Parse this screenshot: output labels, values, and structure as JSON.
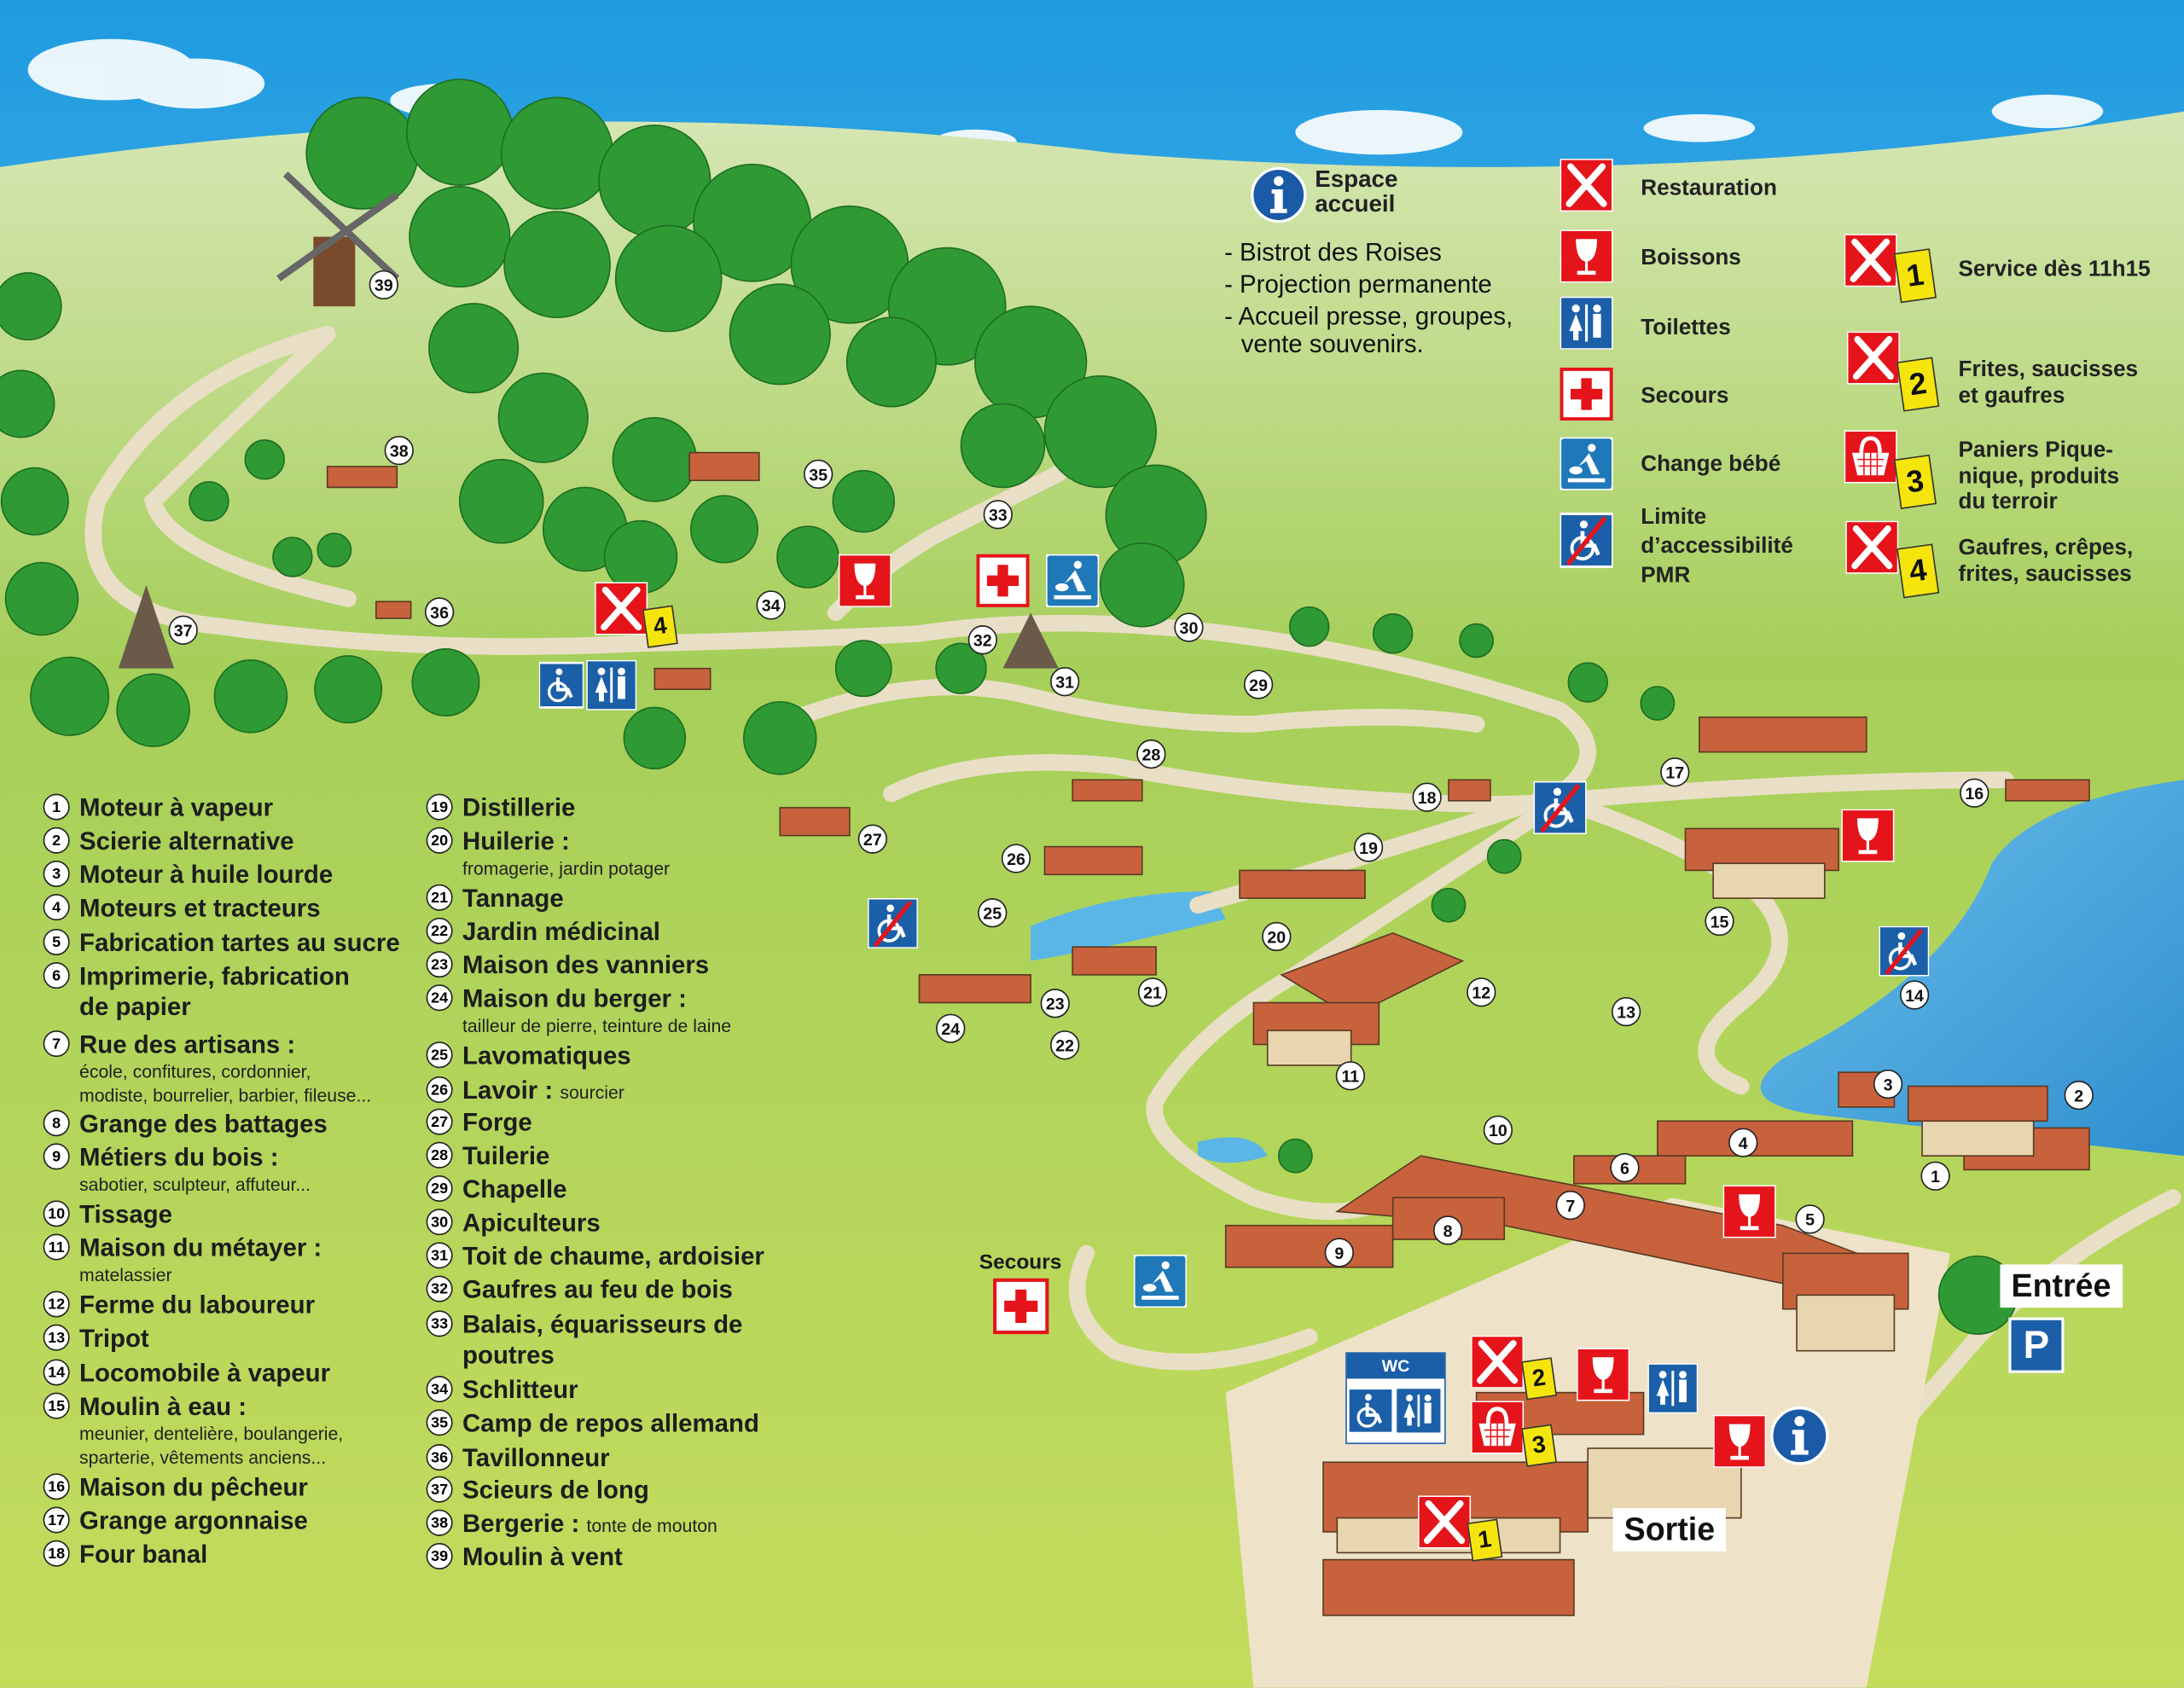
{
  "colors": {
    "restauration": "#e5141b",
    "secours": "#e5141b",
    "service_blue": "#1b5fa8",
    "badge": "#f5e50c",
    "grass": "#9fd050",
    "forest": "#2f9a33",
    "water": "#46a9dc",
    "roof": "#c8623d"
  },
  "key": {
    "accueil": {
      "title_line1": "Espace",
      "title_line2": "accueil",
      "icon": "info-icon",
      "items": [
        "- Bistrot des Roises",
        "- Projection permanente",
        "- Accueil presse, groupes,",
        "vente souvenirs."
      ]
    },
    "services": [
      {
        "icon": "restaurant-icon",
        "label": "Restauration"
      },
      {
        "icon": "drink-icon",
        "label": "Boissons"
      },
      {
        "icon": "toilets-icon",
        "label": "Toilettes"
      },
      {
        "icon": "first-aid-icon",
        "label": "Secours"
      },
      {
        "icon": "baby-change-icon",
        "label": "Change bébé"
      },
      {
        "icon": "no-wheelchair-icon",
        "label_lines": [
          "Limite",
          "d’accessibilité",
          "PMR"
        ]
      }
    ],
    "food_points": [
      {
        "badge": "1",
        "icon": "restaurant-icon",
        "lines": [
          "Service dès 11h15"
        ]
      },
      {
        "badge": "2",
        "icon": "restaurant-icon",
        "lines": [
          "Frites, saucisses",
          "et gaufres"
        ]
      },
      {
        "badge": "3",
        "icon": "basket-icon",
        "lines": [
          "Paniers Pique-",
          "nique, produits",
          "du terroir"
        ]
      },
      {
        "badge": "4",
        "icon": "restaurant-icon",
        "lines": [
          "Gaufres, crêpes,",
          "frites, saucisses"
        ]
      }
    ]
  },
  "legend": [
    {
      "n": "1",
      "title": "Moteur à vapeur"
    },
    {
      "n": "2",
      "title": "Scierie alternative"
    },
    {
      "n": "3",
      "title": "Moteur à huile lourde"
    },
    {
      "n": "4",
      "title": "Moteurs et tracteurs"
    },
    {
      "n": "5",
      "title": "Fabrication tartes au sucre"
    },
    {
      "n": "6",
      "title": "Imprimerie, fabrication",
      "title2": "de papier"
    },
    {
      "n": "7",
      "title": "Rue des artisans :",
      "sub": [
        "école, confitures, cordonnier,",
        "modiste, bourrelier, barbier, fileuse..."
      ]
    },
    {
      "n": "8",
      "title": "Grange des battages"
    },
    {
      "n": "9",
      "title": "Métiers du bois :",
      "sub": [
        "sabotier, sculpteur, affuteur..."
      ]
    },
    {
      "n": "10",
      "title": "Tissage"
    },
    {
      "n": "11",
      "title": "Maison du métayer :",
      "sub": [
        "matelassier"
      ]
    },
    {
      "n": "12",
      "title": "Ferme du laboureur"
    },
    {
      "n": "13",
      "title": "Tripot"
    },
    {
      "n": "14",
      "title": "Locomobile à vapeur"
    },
    {
      "n": "15",
      "title": "Moulin à eau :",
      "sub": [
        "meunier, dentelière, boulangerie,",
        "sparterie, vêtements anciens..."
      ]
    },
    {
      "n": "16",
      "title": "Maison du pêcheur"
    },
    {
      "n": "17",
      "title": "Grange argonnaise"
    },
    {
      "n": "18",
      "title": "Four banal"
    },
    {
      "n": "19",
      "title": "Distillerie"
    },
    {
      "n": "20",
      "title": "Huilerie :",
      "sub": [
        "fromagerie, jardin potager"
      ]
    },
    {
      "n": "21",
      "title": "Tannage"
    },
    {
      "n": "22",
      "title": "Jardin médicinal"
    },
    {
      "n": "23",
      "title": "Maison des vanniers"
    },
    {
      "n": "24",
      "title": "Maison du berger :",
      "sub": [
        "tailleur de pierre, teinture de laine"
      ]
    },
    {
      "n": "25",
      "title": "Lavomatiques"
    },
    {
      "n": "26",
      "title": "Lavoir :",
      "inline": "sourcier"
    },
    {
      "n": "27",
      "title": "Forge"
    },
    {
      "n": "28",
      "title": "Tuilerie"
    },
    {
      "n": "29",
      "title": "Chapelle"
    },
    {
      "n": "30",
      "title": "Apiculteurs"
    },
    {
      "n": "31",
      "title": "Toit de chaume, ardoisier"
    },
    {
      "n": "32",
      "title": "Gaufres au feu de bois"
    },
    {
      "n": "33",
      "title": "Balais, équarisseurs de",
      "title2": "poutres"
    },
    {
      "n": "34",
      "title": "Schlitteur"
    },
    {
      "n": "35",
      "title": "Camp de repos allemand"
    },
    {
      "n": "36",
      "title": "Tavillonneur"
    },
    {
      "n": "37",
      "title": "Scieurs de long"
    },
    {
      "n": "38",
      "title": "Bergerie :",
      "inline": "tonte de mouton"
    },
    {
      "n": "39",
      "title": "Moulin à vent"
    }
  ],
  "map_labels": {
    "secours": "Secours",
    "wc": "WC",
    "entree": "Entrée",
    "sortie": "Sortie",
    "parking": "P",
    "info": "i"
  },
  "map_badges": [
    "4",
    "2",
    "3",
    "1"
  ]
}
